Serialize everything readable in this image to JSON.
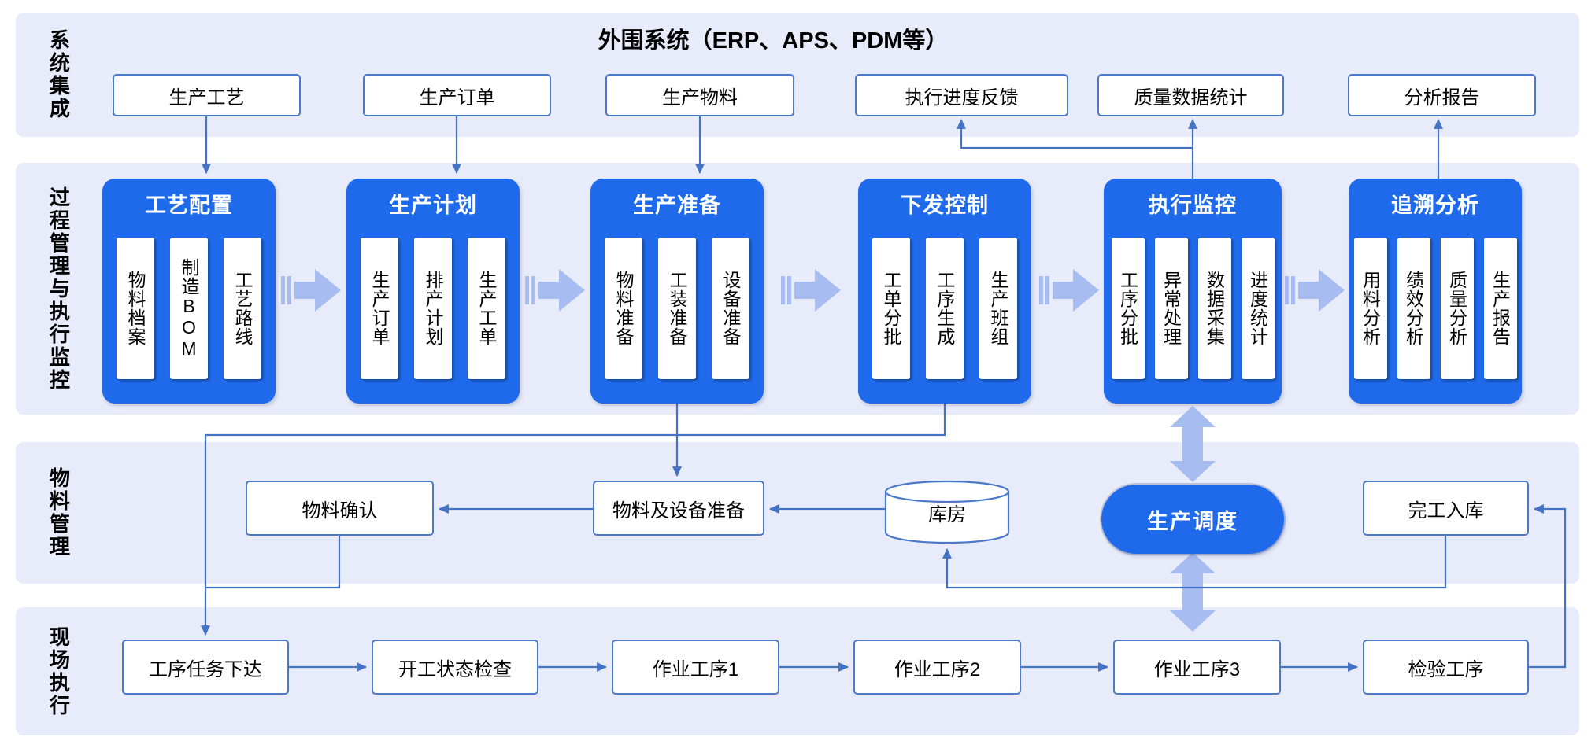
{
  "title": "外围系统（ERP、APS、PDM等）",
  "bands": {
    "system_integration": "系统集成",
    "process_management": "过程管理与执行监控",
    "material_management": "物料管理",
    "shop_floor": "现场执行"
  },
  "top_boxes": [
    "生产工艺",
    "生产订单",
    "生产物料",
    "执行进度反馈",
    "质量数据统计",
    "分析报告"
  ],
  "process_modules": [
    {
      "title": "工艺配置",
      "items": [
        "物料档案",
        "制造BOM",
        "工艺路线"
      ]
    },
    {
      "title": "生产计划",
      "items": [
        "生产订单",
        "排产计划",
        "生产工单"
      ]
    },
    {
      "title": "生产准备",
      "items": [
        "物料准备",
        "工装准备",
        "设备准备"
      ]
    },
    {
      "title": "下发控制",
      "items": [
        "工单分批",
        "工序生成",
        "生产班组"
      ]
    },
    {
      "title": "执行监控",
      "items": [
        "工序分批",
        "异常处理",
        "数据采集",
        "进度统计"
      ]
    },
    {
      "title": "追溯分析",
      "items": [
        "用料分析",
        "绩效分析",
        "质量分析",
        "生产报告"
      ]
    }
  ],
  "material_band": {
    "confirm": "物料确认",
    "prepare": "物料及设备准备",
    "warehouse": "库房",
    "dispatch": "生产调度",
    "finish": "完工入库"
  },
  "shop_floor_boxes": [
    "工序任务下达",
    "开工状态检查",
    "作业工序1",
    "作业工序2",
    "作业工序3",
    "检验工序"
  ],
  "colors": {
    "module_blue": "#1E6AEA",
    "band_background": "#E8EBF9",
    "connector_blue": "#4472C4",
    "light_arrow": "#A7BDF1"
  }
}
